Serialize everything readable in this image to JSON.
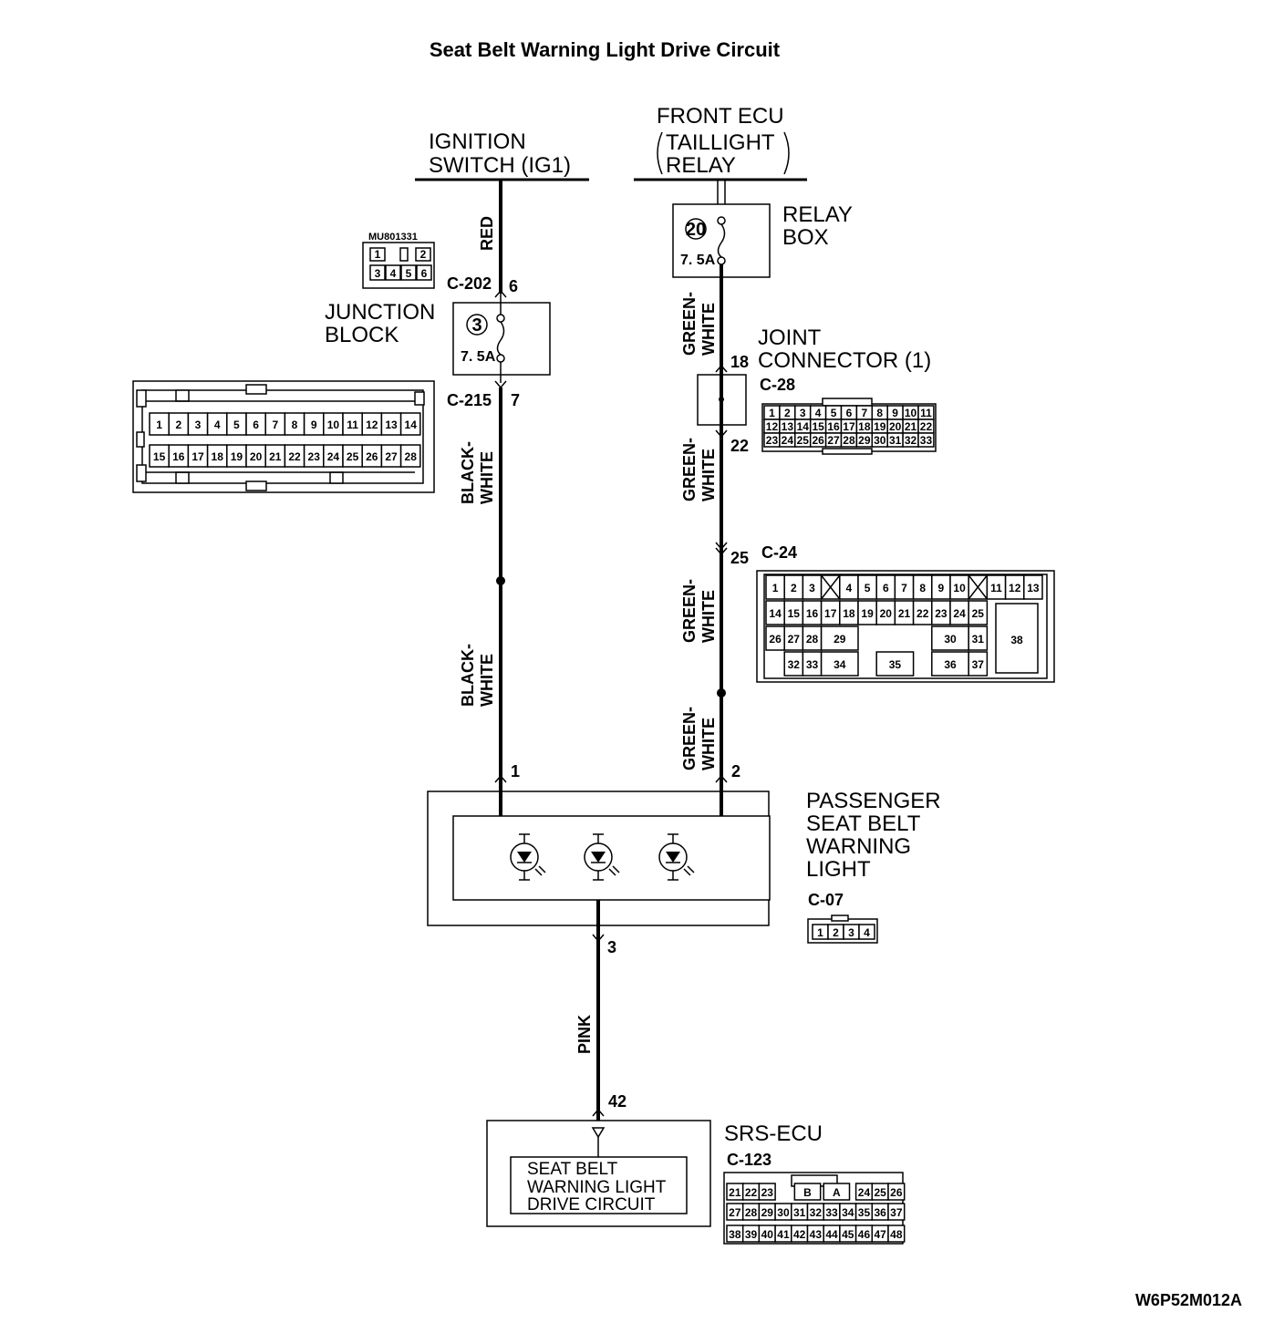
{
  "title": "Seat Belt Warning Light Drive Circuit",
  "ignition": {
    "line1": "IGNITION",
    "line2": "SWITCH (IG1)"
  },
  "front_ecu": {
    "line1": "FRONT ECU",
    "line2": "TAILLIGHT",
    "line3": "RELAY"
  },
  "relay_box": {
    "line1": "RELAY",
    "line2": "BOX",
    "fuse_no": "20",
    "fuse_rating": "7. 5A"
  },
  "junction_block": {
    "line1": "JUNCTION",
    "line2": "BLOCK",
    "fuse_no": "3",
    "fuse_rating": "7. 5A",
    "part_no": "MU801331",
    "part_pins": [
      "1",
      "2",
      "3",
      "4",
      "5",
      "6"
    ]
  },
  "joint_connector": {
    "line1": "JOINT",
    "line2": "CONNECTOR (1)"
  },
  "connectors": {
    "c202": "C-202",
    "c215": "C-215",
    "c28": "C-28",
    "c24": "C-24",
    "c07": "C-07",
    "c123": "C-123"
  },
  "pins": {
    "p6": "6",
    "p7": "7",
    "p18": "18",
    "p22": "22",
    "p25": "25",
    "p1": "1",
    "p2": "2",
    "p3": "3",
    "p42": "42"
  },
  "wires": {
    "red": "RED",
    "black_white_1": "BLACK-",
    "black_white_2": "WHITE",
    "green_white_1": "GREEN-",
    "green_white_2": "WHITE",
    "pink": "PINK"
  },
  "passenger_light": {
    "line1": "PASSENGER",
    "line2": "SEAT BELT",
    "line3": "WARNING",
    "line4": "LIGHT"
  },
  "srs_ecu": {
    "name": "SRS-ECU",
    "inner1": "SEAT BELT",
    "inner2": "WARNING LIGHT",
    "inner3": "DRIVE CIRCUIT"
  },
  "c215_pins": [
    "1",
    "2",
    "3",
    "4",
    "5",
    "6",
    "7",
    "8",
    "9",
    "10",
    "11",
    "12",
    "13",
    "14",
    "15",
    "16",
    "17",
    "18",
    "19",
    "20",
    "21",
    "22",
    "23",
    "24",
    "25",
    "26",
    "27",
    "28"
  ],
  "c28_pins": [
    "1",
    "2",
    "3",
    "4",
    "5",
    "6",
    "7",
    "8",
    "9",
    "10",
    "11",
    "12",
    "13",
    "14",
    "15",
    "16",
    "17",
    "18",
    "19",
    "20",
    "21",
    "22",
    "23",
    "24",
    "25",
    "26",
    "27",
    "28",
    "29",
    "30",
    "31",
    "32",
    "33"
  ],
  "c24_pins": [
    "1",
    "2",
    "3",
    "4",
    "5",
    "6",
    "7",
    "8",
    "9",
    "10",
    "11",
    "12",
    "13",
    "14",
    "15",
    "16",
    "17",
    "18",
    "19",
    "20",
    "21",
    "22",
    "23",
    "24",
    "25",
    "26",
    "27",
    "28",
    "29",
    "30",
    "31",
    "32",
    "33",
    "34",
    "35",
    "36",
    "37",
    "38"
  ],
  "c07_pins": [
    "1",
    "2",
    "3",
    "4"
  ],
  "c123_pins": [
    "21",
    "22",
    "23",
    "B",
    "A",
    "24",
    "25",
    "26",
    "27",
    "28",
    "29",
    "30",
    "31",
    "32",
    "33",
    "34",
    "35",
    "36",
    "37",
    "38",
    "39",
    "40",
    "41",
    "42",
    "43",
    "44",
    "45",
    "46",
    "47",
    "48"
  ],
  "diagram_code": "W6P52M012A"
}
